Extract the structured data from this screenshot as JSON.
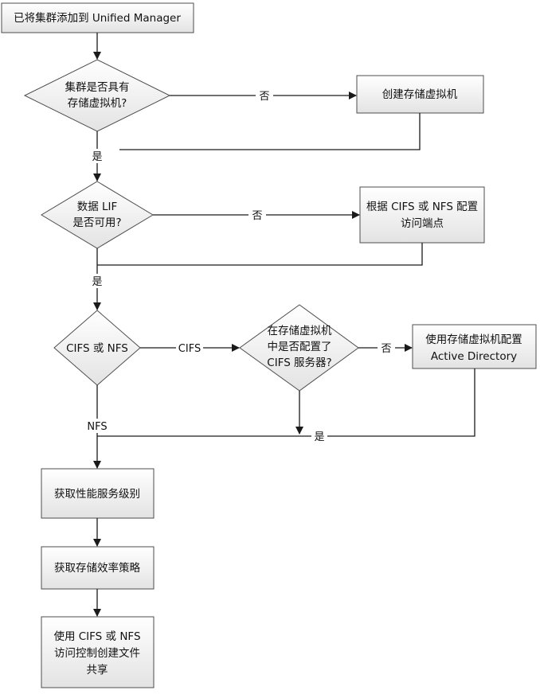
{
  "nodes": {
    "add_cluster": "已将集群添加到 Unified Manager",
    "has_svm": [
      "集群是否具有",
      "存储虚拟机?"
    ],
    "create_svm": "创建存储虚拟机",
    "lif_available": [
      "数据 LIF",
      "是否可用?"
    ],
    "config_endpoints": [
      "根据 CIFS 或 NFS 配置",
      "访问端点"
    ],
    "cifs_or_nfs": "CIFS 或 NFS",
    "cifs_server_configured": [
      "在存储虚拟机",
      "中是否配置了",
      "CIFS 服务器?"
    ],
    "config_ad": [
      "使用存储虚拟机配置",
      "Active Directory"
    ],
    "get_service_levels": "获取性能服务级别",
    "get_efficiency_policies": "获取存储效率策略",
    "create_share": [
      "使用 CIFS 或 NFS",
      "访问控制创建文件",
      "共享"
    ]
  },
  "edges": {
    "no_1": "否",
    "yes_1": "是",
    "no_2": "否",
    "yes_2": "是",
    "cifs": "CIFS",
    "nfs": "NFS",
    "no_3": "否",
    "yes_3": "是"
  }
}
